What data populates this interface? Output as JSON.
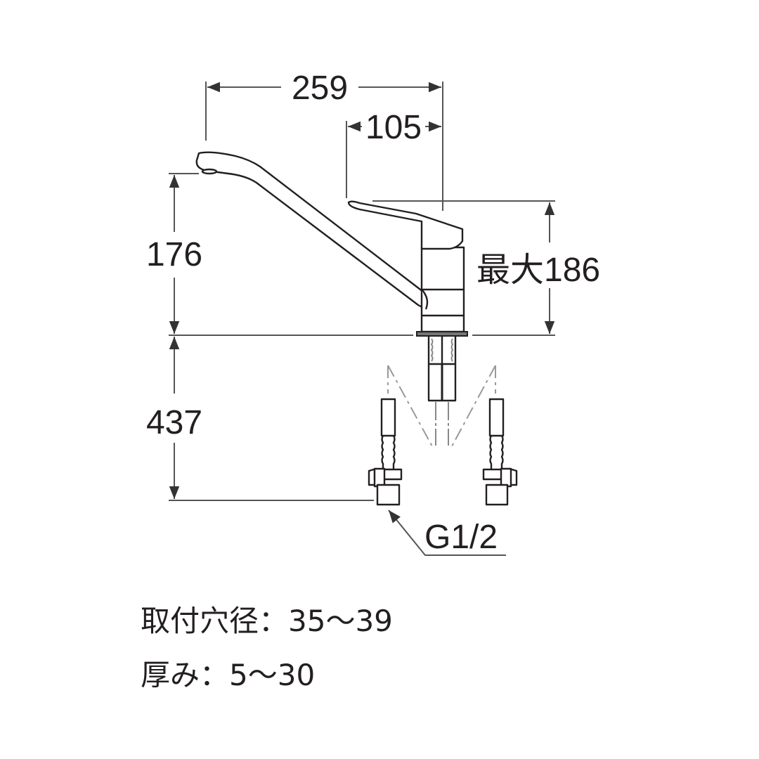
{
  "dimensions": {
    "overall_reach": "259",
    "lever_offset": "105",
    "spout_height": "176",
    "max_height": "最大186",
    "hose_length": "437",
    "connection_thread": "G1/2"
  },
  "notes": [
    "取付穴径：35～39",
    "厚み：5～30"
  ],
  "colors": {
    "line": "#231f20"
  }
}
